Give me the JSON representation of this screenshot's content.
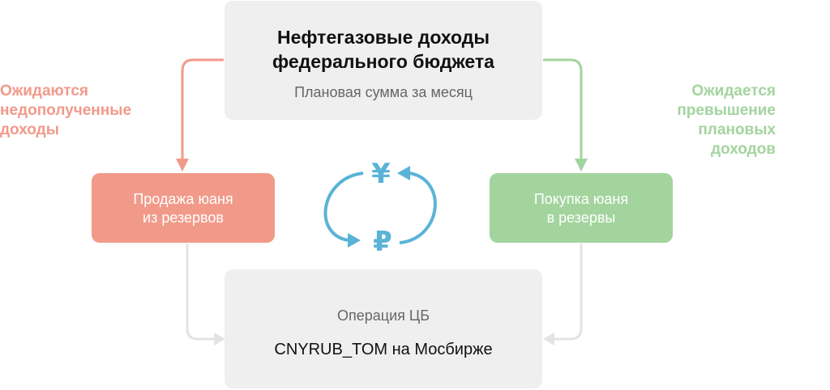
{
  "top": {
    "title_line1": "Нефтегазовые доходы",
    "title_line2": "федерального бюджета",
    "subtitle": "Плановая сумма за месяц"
  },
  "left_note": {
    "line1": "Ожидаются",
    "line2": "недополученные",
    "line3": "доходы"
  },
  "right_note": {
    "line1": "Ожидается",
    "line2": "превышение",
    "line3": "плановых",
    "line4": "доходов"
  },
  "left_box": {
    "line1": "Продажа юаня",
    "line2": "из резервов"
  },
  "right_box": {
    "line1": "Покупка юаня",
    "line2": "в резервы"
  },
  "center": {
    "yuan": "¥",
    "ruble": "₽"
  },
  "bottom": {
    "label": "Операция ЦБ",
    "value": "CNYRUB_TOM на Мосбирже"
  },
  "colors": {
    "red": "#f19a8a",
    "green": "#a3d49e",
    "blue": "#5ab3d6",
    "gray": "#e3e3e3",
    "box_gray": "#efefef"
  }
}
